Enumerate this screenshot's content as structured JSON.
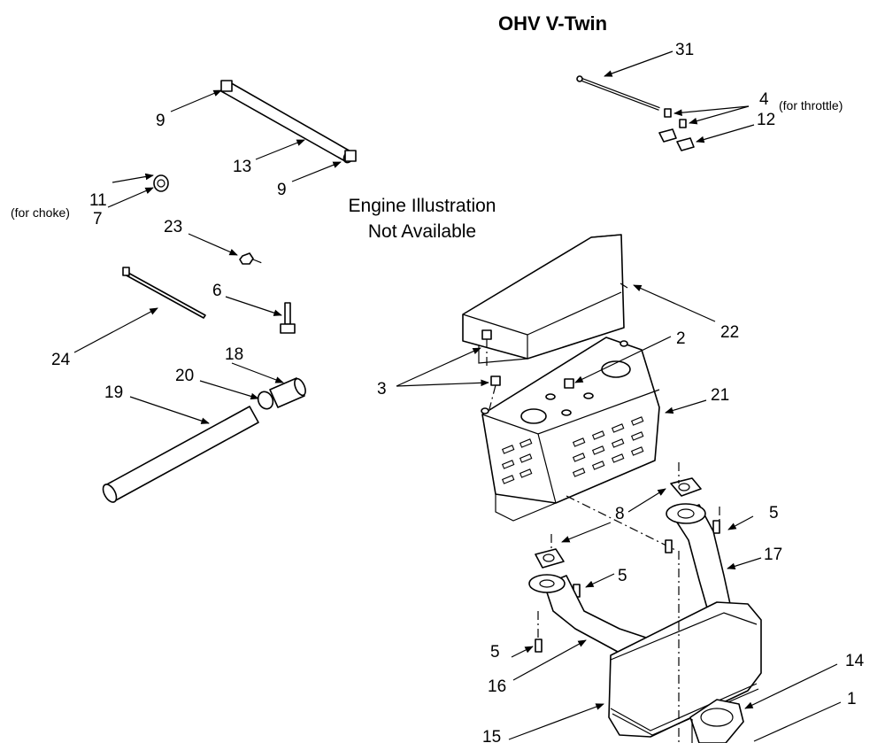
{
  "title": "OHV V-Twin",
  "placeholder_text": [
    "Engine Illustration",
    "Not Available"
  ],
  "notes": {
    "choke": "(for choke)",
    "throttle": "(for throttle)"
  },
  "callouts": {
    "c31": "31",
    "c4": "4",
    "c12": "12",
    "c9a": "9",
    "c13": "13",
    "c9b": "9",
    "c11": "11",
    "c7": "7",
    "c23": "23",
    "c6": "6",
    "c24": "24",
    "c18": "18",
    "c20": "20",
    "c19": "19",
    "c22": "22",
    "c2": "2",
    "c3": "3",
    "c21": "21",
    "c8": "8",
    "c5a": "5",
    "c5b": "5",
    "c5c": "5",
    "c17": "17",
    "c16": "16",
    "c14": "14",
    "c1": "1",
    "c15": "15"
  }
}
